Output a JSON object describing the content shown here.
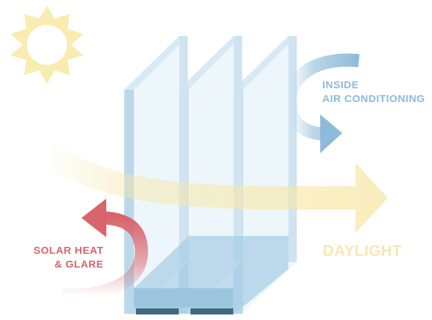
{
  "diagram": {
    "labels": {
      "air_conditioning": [
        "INSIDE",
        "AIR CONDITIONING"
      ],
      "solar_heat": [
        "SOLAR HEAT",
        "& GLARE"
      ],
      "daylight": "DAYLIGHT"
    },
    "colors": {
      "sun": "#f8ecb0",
      "daylight_arrow": "#f7e7a8",
      "air_conditioning": "#8dbbd9",
      "solar_heat": "#d9646b",
      "glass_frame": "#b9d8ec",
      "glass_pane": "#e8f3fa",
      "spacer_bar": "#3f6a80"
    },
    "icons": [
      "sun-icon",
      "daylight-arrow",
      "air-conditioning-arrow",
      "solar-heat-arrow",
      "triple-glazing-window"
    ]
  }
}
